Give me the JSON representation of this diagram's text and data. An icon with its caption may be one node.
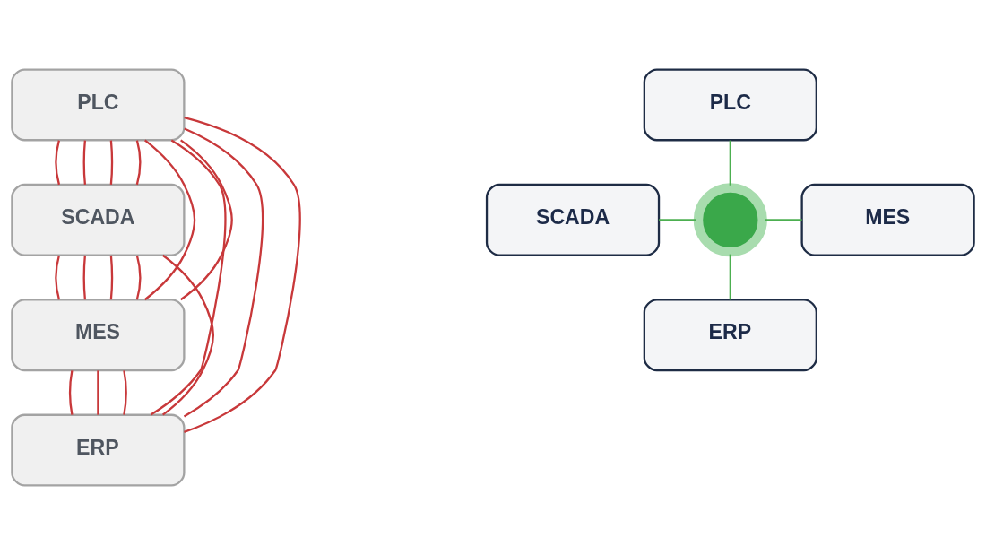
{
  "diagram": {
    "nodes": [
      {
        "text": [
          "PLC"
        ]
      },
      {
        "text": [
          "SCADA"
        ]
      },
      {
        "text": [
          "MES"
        ]
      },
      {
        "text": [
          "ERP"
        ]
      },
      {
        "text": [
          "PLC"
        ]
      },
      {
        "text": [
          "SCADA"
        ]
      },
      {
        "text": [
          "MES"
        ]
      },
      {
        "text": [
          "ERP"
        ]
      },
      {
        "text": [],
        "shape": "circle"
      }
    ],
    "edges": [
      {
        "from": 0,
        "to": 1,
        "arrow": "none"
      },
      {
        "from": 0,
        "to": 2,
        "arrow": "none"
      },
      {
        "from": 0,
        "to": 3,
        "arrow": "none"
      },
      {
        "from": 0,
        "to": 1,
        "arrow": "none"
      },
      {
        "from": 0,
        "to": 1,
        "arrow": "none"
      },
      {
        "from": 0,
        "to": 1,
        "arrow": "none"
      },
      {
        "from": 0,
        "to": 2,
        "arrow": "none"
      },
      {
        "from": 0,
        "to": 3,
        "arrow": "none"
      },
      {
        "from": 0,
        "to": 3,
        "arrow": "none"
      },
      {
        "from": 1,
        "to": 2,
        "arrow": "none"
      },
      {
        "from": 1,
        "to": 2,
        "arrow": "none"
      },
      {
        "from": 1,
        "to": 2,
        "arrow": "none"
      },
      {
        "from": 1,
        "to": 2,
        "arrow": "none"
      },
      {
        "from": 1,
        "to": 3,
        "arrow": "none"
      },
      {
        "from": 2,
        "to": 3,
        "arrow": "none"
      },
      {
        "from": 2,
        "to": 3,
        "arrow": "none"
      },
      {
        "from": 2,
        "to": 3,
        "arrow": "none"
      },
      {
        "from": 4,
        "to": 8,
        "arrow": "none",
        "color": "#4caf50"
      },
      {
        "from": 5,
        "to": 8,
        "arrow": "none",
        "color": "#4caf50"
      },
      {
        "from": 8,
        "to": 6,
        "arrow": "none",
        "color": "#4caf50"
      },
      {
        "from": 8,
        "to": 7,
        "arrow": "none",
        "color": "#4caf50"
      }
    ]
  }
}
